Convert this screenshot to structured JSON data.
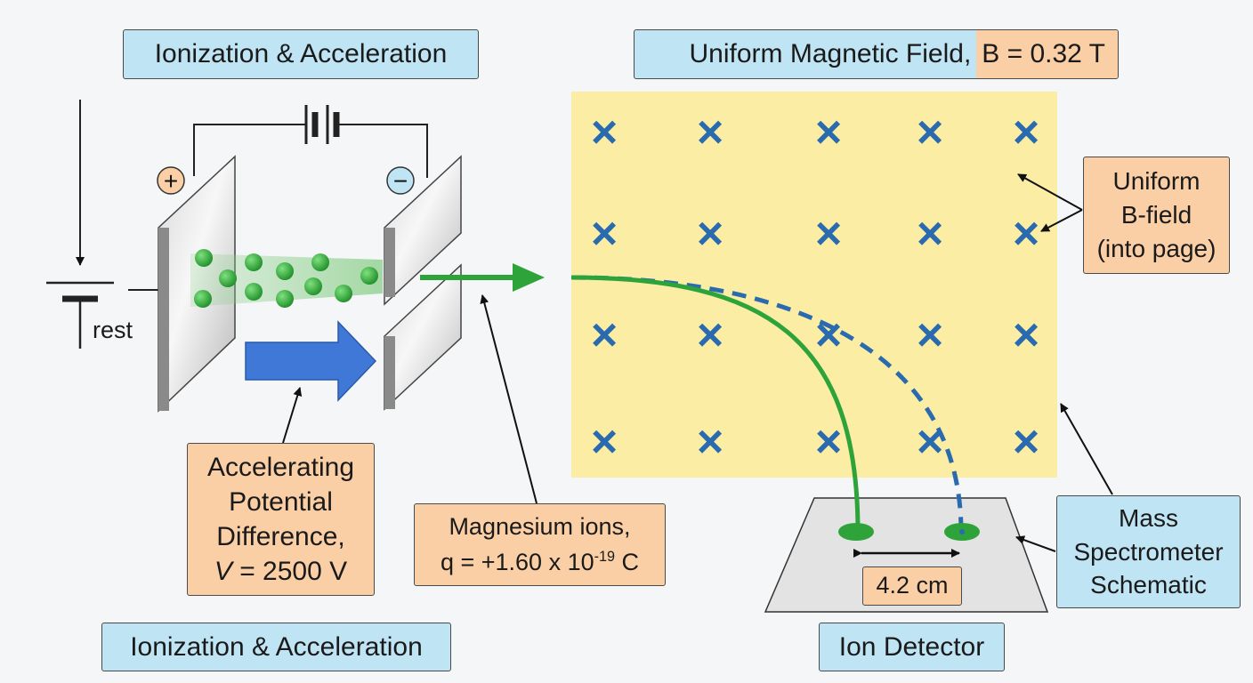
{
  "labels": {
    "ionization_top": "Ionization & Acceleration",
    "ionization_bottom": "Ionization & Acceleration",
    "magnetic_field_title": "Uniform Magnetic Field,",
    "magnetic_field_value": "B = 0.32 T",
    "bfield_note": {
      "line1": "Uniform",
      "line2": "B-field",
      "line3": "(into page)"
    },
    "potential": {
      "line1": "Accelerating",
      "line2": "Potential",
      "line3": "Difference,",
      "line4_var": "V",
      "line4_value": " = 2500 V"
    },
    "ions": {
      "line1": "Magnesium ions,",
      "charge_prefix": "q = +1.60 x 10",
      "charge_exp": "-19",
      "charge_suffix": " C"
    },
    "mass_spec": {
      "line1": "Mass",
      "line2": "Spectrometer",
      "line3": "Schematic"
    },
    "separation": "4.2 cm",
    "ion_detector": "Ion Detector",
    "rest": "rest",
    "plus_sign": "+",
    "minus_sign": "−"
  },
  "field_symbol": "×",
  "colors": {
    "field_region": "#fbeda4",
    "field_cross": "#2a6bb0",
    "ion_green": "#2ea33a",
    "arrow_blue": "#3f78d6",
    "dashed_path": "#2a6bb0",
    "label_blue": "#bfe4f4",
    "label_orange": "#fbcfa6"
  }
}
